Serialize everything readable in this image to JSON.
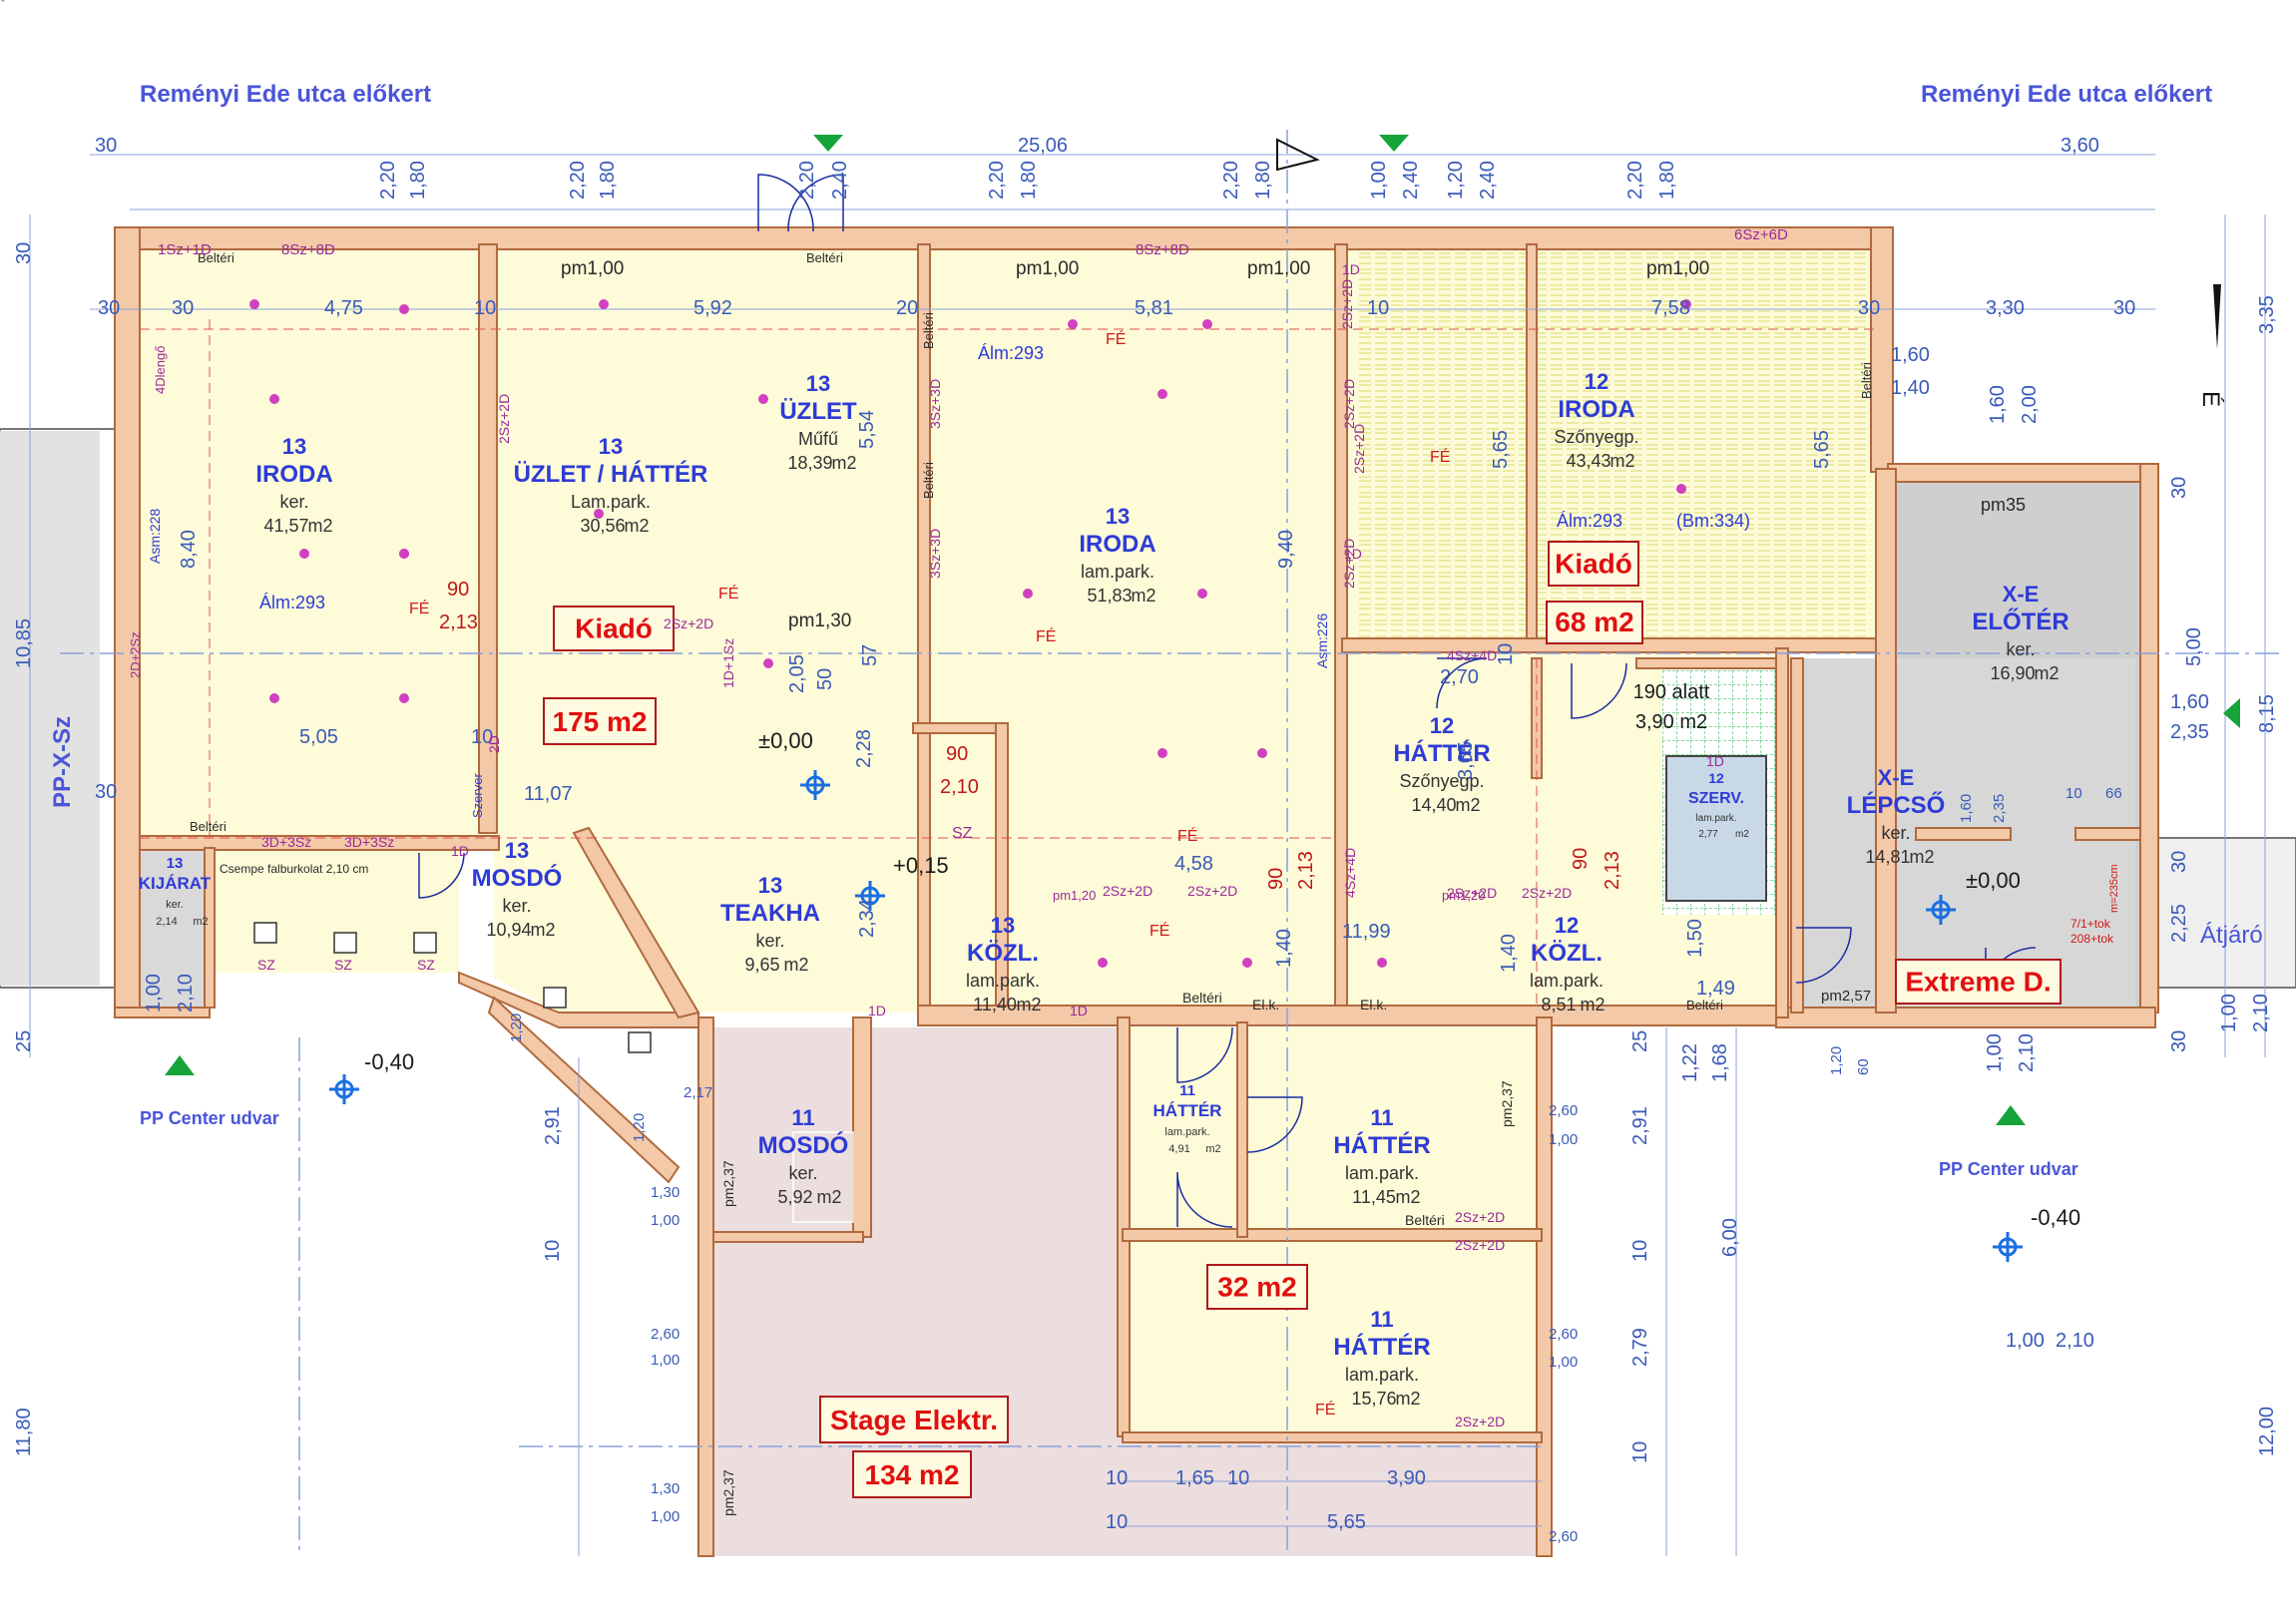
{
  "street": {
    "left": "Reményi Ede utca előkert",
    "right": "Reményi Ede utca előkert"
  },
  "courtyard": {
    "left": "PP Center udvar",
    "right": "PP Center udvar"
  },
  "side_labels": {
    "west": "PP-X-Sz",
    "passage": "Átjáró",
    "north_letter": "É"
  },
  "level_marks": {
    "ext_left": "-0,40",
    "ext_right": "-0,40",
    "floor_main": "±0,00",
    "floor_right": "±0,00",
    "step": "+0,15"
  },
  "rooms": [
    {
      "id": "r1",
      "num": "13",
      "name": "IRODA",
      "floor": "ker.",
      "area": "41,57",
      "unit": "m2"
    },
    {
      "id": "r2",
      "num": "13",
      "name": "ÜZLET / HÁTTÉR",
      "floor": "Lam.park.",
      "area": "30,56",
      "unit": "m2"
    },
    {
      "id": "r3",
      "num": "13",
      "name": "ÜZLET",
      "floor": "Műfű",
      "area": "18,39",
      "unit": "m2"
    },
    {
      "id": "r4",
      "num": "13",
      "name": "IRODA",
      "floor": "lam.park.",
      "area": "51,83",
      "unit": "m2"
    },
    {
      "id": "r5",
      "num": "12",
      "name": "IRODA",
      "floor": "Szőnyegp.",
      "area": "43,43",
      "unit": "m2"
    },
    {
      "id": "r6",
      "num": "X-E",
      "name": "ELŐTÉR",
      "floor": "ker.",
      "area": "16,90",
      "unit": "m2"
    },
    {
      "id": "r7",
      "num": "13",
      "name": "KIJÁRAT",
      "floor": "ker.",
      "area": "2,14",
      "unit": "m2"
    },
    {
      "id": "r8",
      "num": "13",
      "name": "MOSDÓ",
      "floor": "ker.",
      "area": "10,94",
      "unit": "m2"
    },
    {
      "id": "r9",
      "num": "13",
      "name": "TEAKHA",
      "floor": "ker.",
      "area": "9,65",
      "unit": "m2"
    },
    {
      "id": "r10",
      "num": "13",
      "name": "KÖZL.",
      "floor": "lam.park.",
      "area": "11,40",
      "unit": "m2"
    },
    {
      "id": "r11",
      "num": "12",
      "name": "HÁTTÉR",
      "floor": "Szőnyegp.",
      "area": "14,40",
      "unit": "m2"
    },
    {
      "id": "r12",
      "num": "12",
      "name": "SZERV.",
      "floor": "lam.park.",
      "area": "2,77",
      "unit": "m2"
    },
    {
      "id": "r13",
      "num": "12",
      "name": "KÖZL.",
      "floor": "lam.park.",
      "area": "8,51",
      "unit": "m2"
    },
    {
      "id": "r14",
      "num": "X-E",
      "name": "LÉPCSŐ",
      "floor": "ker.",
      "area": "14,81",
      "unit": "m2"
    },
    {
      "id": "r15",
      "num": "11",
      "name": "MOSDÓ",
      "floor": "ker.",
      "area": "5,92",
      "unit": "m2"
    },
    {
      "id": "r16",
      "num": "11",
      "name": "HÁTTÉR",
      "floor": "lam.park.",
      "area": "4,91",
      "unit": "m2"
    },
    {
      "id": "r17",
      "num": "11",
      "name": "HÁTTÉR",
      "floor": "lam.park.",
      "area": "11,45",
      "unit": "m2"
    },
    {
      "id": "r18",
      "num": "11",
      "name": "HÁTTÉR",
      "floor": "lam.park.",
      "area": "15,76",
      "unit": "m2"
    }
  ],
  "stair_note": {
    "line1": "190 alatt",
    "line2": "3,90 m2"
  },
  "boxes": [
    {
      "id": "b1",
      "text": "Kiadó"
    },
    {
      "id": "b2",
      "text": "175 m2"
    },
    {
      "id": "b3",
      "text": "Kiadó"
    },
    {
      "id": "b4",
      "text": "68 m2"
    },
    {
      "id": "b5",
      "text": "32 m2"
    },
    {
      "id": "b6",
      "text": "Stage Elektr."
    },
    {
      "id": "b7",
      "text": "134 m2"
    },
    {
      "id": "b8",
      "text": "Extreme D."
    }
  ],
  "dims": [
    {
      "id": "d1",
      "text": "30"
    },
    {
      "id": "d2",
      "text": "25,06"
    },
    {
      "id": "d3",
      "text": "3,60"
    },
    {
      "id": "d4",
      "text": "2,20"
    },
    {
      "id": "d5",
      "text": "1,80"
    },
    {
      "id": "d6",
      "text": "2,20"
    },
    {
      "id": "d7",
      "text": "1,80"
    },
    {
      "id": "d8",
      "text": "2,20"
    },
    {
      "id": "d9",
      "text": "2,40"
    },
    {
      "id": "d10",
      "text": "2,20"
    },
    {
      "id": "d11",
      "text": "1,80"
    },
    {
      "id": "d12",
      "text": "2,20"
    },
    {
      "id": "d13",
      "text": "1,80"
    },
    {
      "id": "d14",
      "text": "1,00"
    },
    {
      "id": "d15",
      "text": "2,40"
    },
    {
      "id": "d16",
      "text": "1,20"
    },
    {
      "id": "d17",
      "text": "2,40"
    },
    {
      "id": "d18",
      "text": "2,20"
    },
    {
      "id": "d19",
      "text": "1,80"
    },
    {
      "id": "d20",
      "text": "30"
    },
    {
      "id": "d21",
      "text": "30"
    },
    {
      "id": "d22",
      "text": "4,75"
    },
    {
      "id": "d23",
      "text": "10"
    },
    {
      "id": "d24",
      "text": "5,92"
    },
    {
      "id": "d25",
      "text": "20"
    },
    {
      "id": "d26",
      "text": "5,81"
    },
    {
      "id": "d27",
      "text": "10"
    },
    {
      "id": "d28",
      "text": "7,58"
    },
    {
      "id": "d29",
      "text": "30"
    },
    {
      "id": "d30",
      "text": "3,30"
    },
    {
      "id": "d31",
      "text": "30"
    },
    {
      "id": "d32",
      "text": "3,35"
    },
    {
      "id": "d33",
      "text": "1,60"
    },
    {
      "id": "d34",
      "text": "1,40"
    },
    {
      "id": "d35",
      "text": "1,60"
    },
    {
      "id": "d36",
      "text": "2,00"
    },
    {
      "id": "d37",
      "text": "30"
    },
    {
      "id": "d38",
      "text": "5,00"
    },
    {
      "id": "d39",
      "text": "8,15"
    },
    {
      "id": "d40",
      "text": "1,60"
    },
    {
      "id": "d41",
      "text": "2,35"
    },
    {
      "id": "d42",
      "text": "30"
    },
    {
      "id": "d43",
      "text": "2,25"
    },
    {
      "id": "d44",
      "text": "30"
    },
    {
      "id": "d45",
      "text": "1,00"
    },
    {
      "id": "d46",
      "text": "2,10"
    },
    {
      "id": "d47",
      "text": "30"
    },
    {
      "id": "d48",
      "text": "10,85"
    },
    {
      "id": "d49",
      "text": "8,40"
    },
    {
      "id": "d50",
      "text": "5,05"
    },
    {
      "id": "d51",
      "text": "10"
    },
    {
      "id": "d52",
      "text": "30"
    },
    {
      "id": "d53",
      "text": "11,07"
    },
    {
      "id": "d54",
      "text": "5,54"
    },
    {
      "id": "d55",
      "text": "2,05"
    },
    {
      "id": "d56",
      "text": "50"
    },
    {
      "id": "d57",
      "text": "57"
    },
    {
      "id": "d58",
      "text": "2,28"
    },
    {
      "id": "d59",
      "text": "9,40"
    },
    {
      "id": "d60",
      "text": "5,65"
    },
    {
      "id": "d61",
      "text": "5,65"
    },
    {
      "id": "d62",
      "text": "2,70"
    },
    {
      "id": "d63",
      "text": "10"
    },
    {
      "id": "d64",
      "text": "3,65"
    },
    {
      "id": "d65",
      "text": "4,58"
    },
    {
      "id": "d66",
      "text": "11,99"
    },
    {
      "id": "d67",
      "text": "1,40"
    },
    {
      "id": "d68",
      "text": "1,40"
    },
    {
      "id": "d69",
      "text": "1,50"
    },
    {
      "id": "d70",
      "text": "1,49"
    },
    {
      "id": "d71",
      "text": "25"
    },
    {
      "id": "d72",
      "text": "1,00"
    },
    {
      "id": "d73",
      "text": "2,10"
    },
    {
      "id": "d74",
      "text": "2,91"
    },
    {
      "id": "d75",
      "text": "10"
    },
    {
      "id": "d76",
      "text": "11,80"
    },
    {
      "id": "d77",
      "text": "2,34"
    },
    {
      "id": "d78",
      "text": "2,91"
    },
    {
      "id": "d79",
      "text": "25"
    },
    {
      "id": "d80",
      "text": "1,22"
    },
    {
      "id": "d81",
      "text": "1,68"
    },
    {
      "id": "d82",
      "text": "6,00"
    },
    {
      "id": "d83",
      "text": "10"
    },
    {
      "id": "d84",
      "text": "2,79"
    },
    {
      "id": "d85",
      "text": "10"
    },
    {
      "id": "d86",
      "text": "12,00"
    },
    {
      "id": "d87",
      "text": "1,65"
    },
    {
      "id": "d88",
      "text": "10"
    },
    {
      "id": "d89",
      "text": "3,90"
    },
    {
      "id": "d90",
      "text": "10"
    },
    {
      "id": "d91",
      "text": "5,65"
    },
    {
      "id": "d92",
      "text": "10"
    },
    {
      "id": "d93",
      "text": "1,30"
    },
    {
      "id": "d94",
      "text": "1,00"
    },
    {
      "id": "d95",
      "text": "2,60"
    },
    {
      "id": "d96",
      "text": "1,00"
    },
    {
      "id": "d97",
      "text": "1,30"
    },
    {
      "id": "d98",
      "text": "1,00"
    },
    {
      "id": "d99",
      "text": "2,60"
    },
    {
      "id": "d100",
      "text": "1,00"
    },
    {
      "id": "d101",
      "text": "2,60"
    },
    {
      "id": "d102",
      "text": "1,00"
    },
    {
      "id": "d103",
      "text": "2,60"
    },
    {
      "id": "d104",
      "text": "1,20"
    },
    {
      "id": "d105",
      "text": "60"
    },
    {
      "id": "d106",
      "text": "1,00"
    },
    {
      "id": "d107",
      "text": "2,10"
    },
    {
      "id": "d108",
      "text": "1,00"
    },
    {
      "id": "d109",
      "text": "2,10"
    },
    {
      "id": "d110",
      "text": "1,60"
    },
    {
      "id": "d111",
      "text": "2,35"
    },
    {
      "id": "d112",
      "text": "10"
    },
    {
      "id": "d113",
      "text": "66"
    },
    {
      "id": "d114",
      "text": "90"
    },
    {
      "id": "d115",
      "text": "2,13"
    },
    {
      "id": "d116",
      "text": "90"
    },
    {
      "id": "d117",
      "text": "2,10"
    },
    {
      "id": "d118",
      "text": "90"
    },
    {
      "id": "d119",
      "text": "2,13"
    },
    {
      "id": "d120",
      "text": "90"
    },
    {
      "id": "d121",
      "text": "2,13"
    },
    {
      "id": "d122",
      "text": "1,20"
    },
    {
      "id": "d123",
      "text": "1,20"
    },
    {
      "id": "d124",
      "text": "2,17"
    }
  ],
  "notes": [
    {
      "id": "n1",
      "text": "pm1,00"
    },
    {
      "id": "n2",
      "text": "pm1,00"
    },
    {
      "id": "n3",
      "text": "pm1,00"
    },
    {
      "id": "n4",
      "text": "pm1,00"
    },
    {
      "id": "n5",
      "text": "pm1,00"
    },
    {
      "id": "n6",
      "text": "pm35"
    },
    {
      "id": "n7",
      "text": "pm1,30"
    },
    {
      "id": "n8",
      "text": "pm2,57"
    },
    {
      "id": "n9",
      "text": "pm2,37"
    },
    {
      "id": "n10",
      "text": "pm2,37"
    },
    {
      "id": "n11",
      "text": "pm2,37"
    },
    {
      "id": "n12",
      "text": "pm2,37"
    },
    {
      "id": "n13",
      "text": "Álm:293"
    },
    {
      "id": "n14",
      "text": "Álm:293"
    },
    {
      "id": "n15",
      "text": "Álm:293"
    },
    {
      "id": "n16",
      "text": "(Bm:334)"
    },
    {
      "id": "n17",
      "text": "Asm:228"
    },
    {
      "id": "n18",
      "text": "Asm:226"
    },
    {
      "id": "n19",
      "text": "Beltéri"
    },
    {
      "id": "n20",
      "text": "Beltéri"
    },
    {
      "id": "n21",
      "text": "Beltéri"
    },
    {
      "id": "n22",
      "text": "Beltéri"
    },
    {
      "id": "n23",
      "text": "Beltéri"
    },
    {
      "id": "n24",
      "text": "Beltéri"
    },
    {
      "id": "n25",
      "text": "Beltéri"
    },
    {
      "id": "n26",
      "text": "Beltéri"
    },
    {
      "id": "n27",
      "text": "Beltéri"
    },
    {
      "id": "n28",
      "text": "El.k."
    },
    {
      "id": "n29",
      "text": "El.k."
    },
    {
      "id": "n30",
      "text": "Szerver"
    },
    {
      "id": "n31",
      "text": "Csempe falburkolat 2,10 cm"
    },
    {
      "id": "n32",
      "text": "FÉ"
    },
    {
      "id": "n33",
      "text": "FÉ"
    },
    {
      "id": "n34",
      "text": "FÉ"
    },
    {
      "id": "n35",
      "text": "FÉ"
    },
    {
      "id": "n36",
      "text": "FÉ"
    },
    {
      "id": "n37",
      "text": "FÉ"
    },
    {
      "id": "n38",
      "text": "FÉ"
    },
    {
      "id": "n39",
      "text": "FÉ"
    },
    {
      "id": "n40",
      "text": "FÉ"
    },
    {
      "id": "n41",
      "text": "FÉ"
    },
    {
      "id": "n42",
      "text": "SZ"
    },
    {
      "id": "n43",
      "text": "SZ"
    },
    {
      "id": "n44",
      "text": "SZ"
    },
    {
      "id": "n45",
      "text": "SZ"
    },
    {
      "id": "n46",
      "text": "1Sz+1D"
    },
    {
      "id": "n47",
      "text": "8Sz+8D"
    },
    {
      "id": "n48",
      "text": "8Sz+8D"
    },
    {
      "id": "n49",
      "text": "6Sz+6D"
    },
    {
      "id": "n50",
      "text": "4Dlengő"
    },
    {
      "id": "n51",
      "text": "2Sz+2D"
    },
    {
      "id": "n52",
      "text": "3Sz+3D"
    },
    {
      "id": "n53",
      "text": "3Sz+3D"
    },
    {
      "id": "n54",
      "text": "2Sz+2D"
    },
    {
      "id": "n55",
      "text": "2Sz+2D"
    },
    {
      "id": "n56",
      "text": "2Sz+2D"
    },
    {
      "id": "n57",
      "text": "2Sz+2D"
    },
    {
      "id": "n58",
      "text": "4Sz+4D"
    },
    {
      "id": "n59",
      "text": "4Sz+4D"
    },
    {
      "id": "n60",
      "text": "3D+3Sz"
    },
    {
      "id": "n61",
      "text": "3D+3Sz"
    },
    {
      "id": "n62",
      "text": "2D+2Sz"
    },
    {
      "id": "n63",
      "text": "2D+2Sz"
    },
    {
      "id": "n64",
      "text": "2Sz+2D"
    },
    {
      "id": "n65",
      "text": "2Sz+2D"
    },
    {
      "id": "n66",
      "text": "2Sz+2D"
    },
    {
      "id": "n67",
      "text": "2Sz+2D"
    },
    {
      "id": "n68",
      "text": "2Sz+2D"
    },
    {
      "id": "n69",
      "text": "2Sz+2D"
    },
    {
      "id": "n70",
      "text": "2Sz+2D"
    },
    {
      "id": "n71",
      "text": "2Sz+2D"
    },
    {
      "id": "n72",
      "text": "2Sz+2D"
    },
    {
      "id": "n73",
      "text": "2Sz+2D"
    },
    {
      "id": "n74",
      "text": "1D"
    },
    {
      "id": "n75",
      "text": "1D"
    },
    {
      "id": "n76",
      "text": "1D"
    },
    {
      "id": "n77",
      "text": "1D"
    },
    {
      "id": "n78",
      "text": "1D"
    },
    {
      "id": "n79",
      "text": "1D"
    },
    {
      "id": "n80",
      "text": "1D"
    },
    {
      "id": "n81",
      "text": "2D"
    },
    {
      "id": "n82",
      "text": "2D+2Sz"
    },
    {
      "id": "n83",
      "text": "1D+1Sz"
    },
    {
      "id": "n84",
      "text": "2Sz+2D"
    },
    {
      "id": "n85",
      "text": "pm1,20"
    },
    {
      "id": "n86",
      "text": "pm1,20"
    },
    {
      "id": "n87",
      "text": "7/1+tok"
    },
    {
      "id": "n88",
      "text": "208+tok"
    },
    {
      "id": "n89",
      "text": "m=235cm"
    },
    {
      "id": "n90",
      "text": "pm1,20"
    }
  ],
  "colors": {
    "wall": "#f3c9a8",
    "wall_stroke": "#b06a3e",
    "room": "#fdfbd8",
    "grey_room": "#cfcfcf",
    "stage": "#ecdede",
    "red": "#e01010",
    "blue": "#2e3bd6",
    "dim": "#5a7cc8",
    "green": "#16a33a",
    "cyan": "#1b6fe0"
  }
}
